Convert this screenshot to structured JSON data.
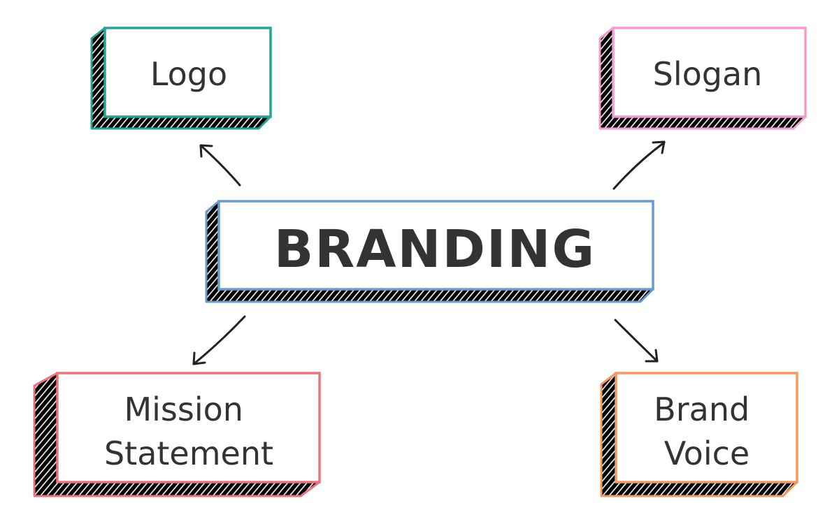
{
  "colors": {
    "logo": "#20a597",
    "slogan": "#f59ccd",
    "branding": "#6a9bd0",
    "mission": "#ef717d",
    "voice": "#f7985f",
    "text": "#333333"
  },
  "center": {
    "label": "BRANDING"
  },
  "nodes": {
    "logo": {
      "label": "Logo"
    },
    "slogan": {
      "label": "Slogan"
    },
    "mission": {
      "line1": "Mission",
      "line2": "Statement"
    },
    "voice": {
      "line1": "Brand",
      "line2": "Voice"
    }
  }
}
